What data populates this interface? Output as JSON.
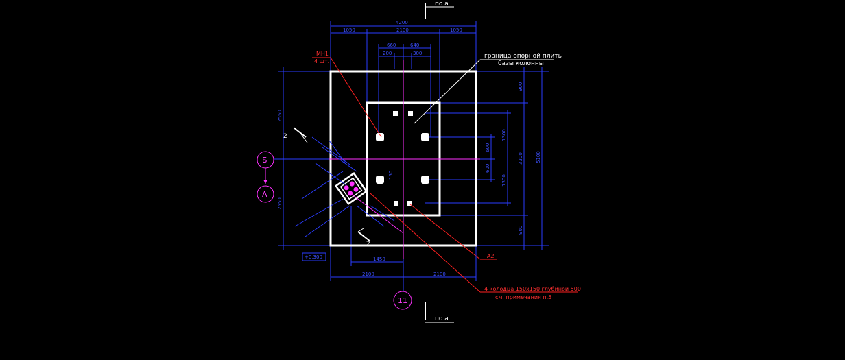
{
  "section_marks": {
    "top": "по а",
    "bottom": "по а"
  },
  "axes": {
    "b": "Б",
    "a": "А",
    "eleven": "11"
  },
  "callouts": {
    "mn1_mark": "МН1",
    "mn1_qty": "4 шт.",
    "plate_boundary_line1": "граница опорной плиты",
    "plate_boundary_line2": "базы колонны",
    "a2": "А2",
    "wells_line1": "4 колодца 150х150 глубиной 500",
    "wells_line2": "см. примечания п.5"
  },
  "level": "+0,300",
  "small_section": {
    "upper": "2",
    "lower": "2"
  },
  "dimensions": {
    "top_total": "4200",
    "top_left": "1050",
    "top_mid": "2100",
    "top_right": "1050",
    "top_pair_left": "660",
    "top_pair_right": "640",
    "top_small_left": "200",
    "top_small_right": "300",
    "right_total": "5100",
    "right_plate": "3300",
    "right_top": "900",
    "right_bottom": "900",
    "right_outer_upper": "1300",
    "right_outer_lower": "1300",
    "right_inner_upper": "600",
    "right_inner_lower": "600",
    "left_upper": "2550",
    "left_lower": "2550",
    "bottom_inner": "1450",
    "bottom_left": "2100",
    "bottom_right": "2100",
    "center_small": "150"
  },
  "colors": {
    "background": "#000000",
    "dimension": "#2a3cff",
    "outline": "#ffffff",
    "callout": "#ff2020",
    "axis": "#ff30ff"
  }
}
